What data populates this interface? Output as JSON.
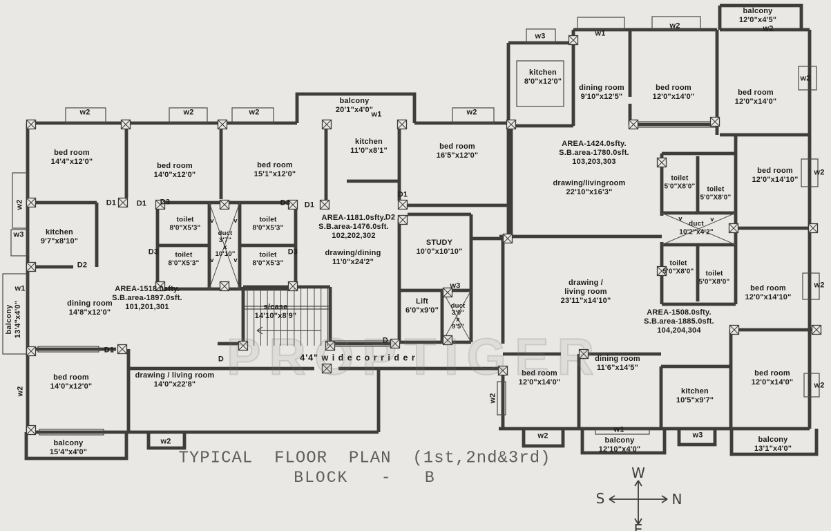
{
  "title": {
    "line1": "TYPICAL  FLOOR  PLAN  (1st,2nd&3rd)",
    "line2": "BLOCK   -   B"
  },
  "watermark": "PROPTIGER",
  "compass": {
    "up": "W",
    "left": "S",
    "right": "N",
    "down": "E"
  },
  "labels": {
    "w2_1": "w2",
    "w2_2": "w2",
    "w2_3": "w2",
    "w1_1": "w1",
    "w2_4": "w2",
    "balcony_top": "balcony\n20'1\"x4'0\"",
    "bedroom_1": "bed room\n14'4\"x12'0\"",
    "bedroom_2": "bed room\n14'0\"x12'0\"",
    "bedroom_3": "bed room\n15'1\"x12'0\"",
    "kitchen_2": "kitchen\n11'0\"x8'1\"",
    "bedroom_4": "bed room\n16'5\"x12'0\"",
    "w2_5": "w2",
    "w3_1": "w3",
    "kitchen_1": "kitchen\n9'7\"x8'10\"",
    "D1_1": "D1",
    "D1_2": "D1",
    "D3_1": "D3",
    "D3_2": "D3",
    "D1_3": "D1",
    "toilet_1": "toilet\n8'0\"X5'3\"",
    "toilet_2": "toilet\n8'0\"X5'3\"",
    "duct_1": "duct\n3'7\"\nx\n10'10\"",
    "D3_3": "D3",
    "D3_4": "D3",
    "toilet_3": "toilet\n8'0\"X5'3\"",
    "toilet_4": "toilet\n8'0\"X5'3\"",
    "D2_1": "D2",
    "area_101": "AREA-1518.0sfty.\nS.B.area-1897.0sft.\n101,201,301",
    "dining_1": "dining room\n14'8\"x12'0\"",
    "area_102": "AREA-1181.0sfty.\nS.B.area-1476.0sft.\n102,202,302",
    "drawdine_102": "drawing/dining\n11'0\"x24'2\"",
    "D1_4": "D1",
    "D2_2": "D2",
    "study": "STUDY\n10'0\"x10'10\"",
    "w1_2": "w1",
    "balcony_left": "balcony\n13'4\"x4'0\"",
    "D1_5": "D1",
    "scase": "s/case\n14'10\"x8'9\"",
    "w3_2": "w3",
    "lift": "Lift\n6'0\"x9'0\"",
    "duct_3": "duct\n3'0\"\nx\n9'5\"",
    "D_1": "D",
    "D_2": "D",
    "corridor": "4'4\"   w i d e      c o r r i d e r",
    "bedroom_5": "bed room\n14'0\"x12'0\"",
    "w2_6": "w2",
    "drawliv_101": "drawing / living room\n14'0\"x22'8\"",
    "balcony_bl": "balcony\n15'4\"x4'0\"",
    "w2_7": "w2",
    "w3_3": "w3",
    "w1_3": "w1",
    "w2_8": "w2",
    "balcony_tr": "balcony\n12'0\"x4'5\"",
    "w2_9": "w2",
    "kitchen_3": "kitchen\n8'0\"x12'0\"",
    "dining_2": "dining room\n9'10\"x12'5\"",
    "bedroom_6": "bed room\n12'0\"x14'0\"",
    "bedroom_7": "bed room\n12'0\"x14'0\"",
    "w2_10": "w2",
    "area_103": "AREA-1424.0sfty.\nS.B.area-1780.0sft.\n103,203,303",
    "drawliv_103": "drawing/livingroom\n22'10\"x16'3\"",
    "toilet_5": "toilet\n5'0\"X8'0\"",
    "toilet_6": "toilet\n5'0\"X8'0\"",
    "bedroom_8": "bed room\n12'0\"x14'10\"",
    "w2_11": "w2",
    "duct_2": "duct\n10'2\"x4'2\"",
    "toilet_7": "toilet\n5'0\"X8'0\"",
    "toilet_8": "toilet\n5'0\"X8'0\"",
    "bedroom_9": "bed room\n12'0\"x14'10\"",
    "w2_12": "w2",
    "drawliv_104": "drawing /\nliving room\n23'11\"x14'10\"",
    "area_104": "AREA-1508.0sfty.\nS.B.area-1885.0sft.\n104,204,304",
    "dining_3": "dining room\n11'6\"x14'5\"",
    "bedroom_10": "bed room\n12'0\"x14'0\"",
    "bedroom_11": "bed room\n12'0\"x14'0\"",
    "w2_13": "w2",
    "kitchen_4": "kitchen\n10'5\"x9'7\"",
    "w2_14": "w2",
    "w2_15": "w2",
    "w1_4": "w1",
    "balcony_br1": "balcony\n12'10\"x4'0\"",
    "w3_4": "w3",
    "balcony_br2": "balcony\n13'1\"x4'0\"",
    "v_1": "v",
    "v_2": "v",
    "v_3": "v",
    "v_4": "v",
    "v_5": "v",
    "v_6": "v"
  }
}
